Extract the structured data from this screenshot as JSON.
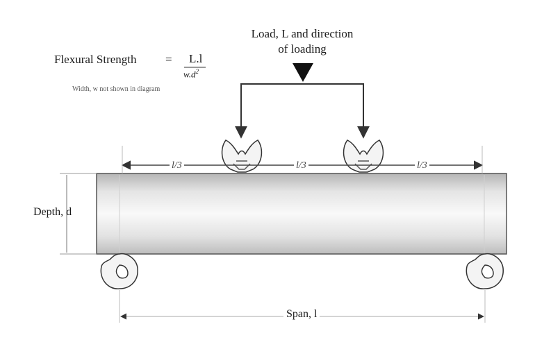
{
  "load_label": [
    "Load, L and direction",
    "of loading"
  ],
  "formula": {
    "lhs": "Flexural Strength",
    "equals": "=",
    "numerator": "L.l",
    "denominator": "w.d",
    "exponent": "2"
  },
  "width_note": "Width, w not shown in diagram",
  "depth_label": "Depth, d",
  "span_label": "Span, l",
  "third_label": "l/3"
}
